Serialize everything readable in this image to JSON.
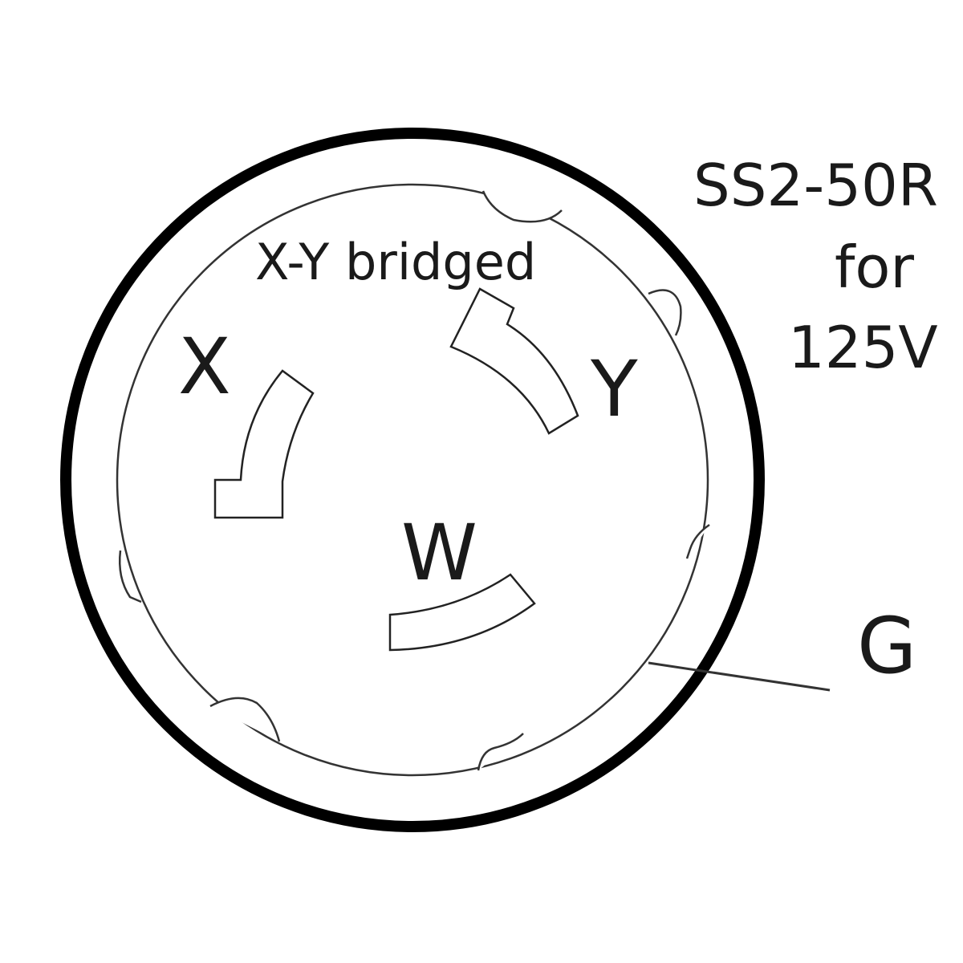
{
  "diagram": {
    "title_lines": [
      "SS2-50R",
      "for",
      "125V"
    ],
    "note": "X-Y bridged",
    "terminals": {
      "x": "X",
      "y": "Y",
      "w": "W",
      "g": "G"
    },
    "colors": {
      "outline": "#000000",
      "inner_line": "#333333",
      "text": "#1a1a1a",
      "background": "#ffffff"
    }
  }
}
